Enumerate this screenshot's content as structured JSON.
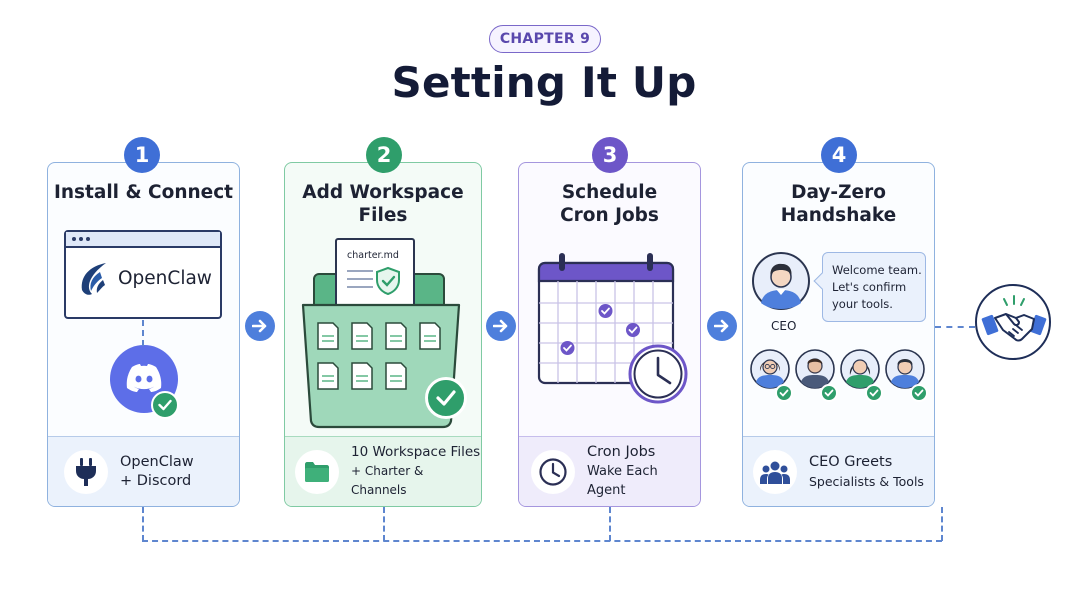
{
  "chapter_badge": "CHAPTER 9",
  "title": "Setting It Up",
  "steps": [
    {
      "number": "1",
      "title_lines": [
        "Install & Connect"
      ],
      "app_window_label": "OpenClaw",
      "illustration_icons": [
        "browser-window-icon",
        "openclaw-logo",
        "discord-icon",
        "check-badge-icon"
      ],
      "footer_icon": "plug-icon",
      "footer_lines": [
        "OpenClaw",
        "+ Discord"
      ],
      "color": "#3f6fd6"
    },
    {
      "number": "2",
      "title_lines": [
        "Add Workspace",
        "Files"
      ],
      "file_label": "charter.md",
      "illustration_icons": [
        "document-shield-icon",
        "folder-icon",
        "file-icon",
        "check-badge-icon"
      ],
      "footer_icon": "folder-icon",
      "footer_lines": [
        "10 Workspace Files",
        "+ Charter & Channels"
      ],
      "color": "#2f9e6b"
    },
    {
      "number": "3",
      "title_lines": [
        "Schedule",
        "Cron Jobs"
      ],
      "illustration_icons": [
        "calendar-icon",
        "clock-icon"
      ],
      "footer_icon": "clock-icon",
      "footer_lines": [
        "Cron Jobs",
        "Wake Each Agent"
      ],
      "color": "#6d56c8"
    },
    {
      "number": "4",
      "title_lines": [
        "Day-Zero",
        "Handshake"
      ],
      "speech_lines": [
        "Welcome team.",
        "Let's confirm",
        "your tools."
      ],
      "ceo_label": "CEO",
      "illustration_icons": [
        "ceo-avatar",
        "specialist-avatar",
        "check-badge-icon"
      ],
      "footer_icon": "team-icon",
      "footer_lines": [
        "CEO Greets",
        "Specialists & Tools"
      ],
      "color": "#3f6fd6"
    }
  ],
  "final_icon": "handshake-icon",
  "colors": {
    "blue": "#3f6fd6",
    "green": "#2f9e6b",
    "purple": "#6d56c8",
    "navy": "#1e2e58",
    "connector": "#5e86cf"
  }
}
